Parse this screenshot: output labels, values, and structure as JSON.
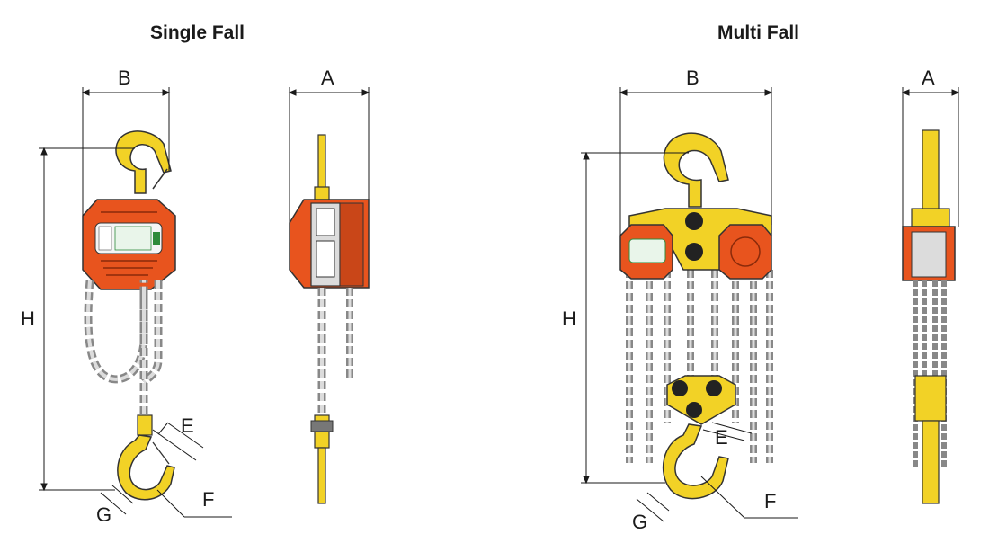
{
  "titles": {
    "single": "Single Fall",
    "multi": "Multi Fall"
  },
  "dimension_labels": {
    "single_B": "B",
    "single_A": "A",
    "single_H": "H",
    "single_E": "E",
    "single_F": "F",
    "single_G": "G",
    "multi_B": "B",
    "multi_A": "A",
    "multi_H": "H",
    "multi_E": "E",
    "multi_F": "F",
    "multi_G": "G"
  },
  "colors": {
    "body_orange": "#e8541e",
    "hook_yellow": "#f2d226",
    "chain_grey": "#c8c8c8",
    "label_green": "#2e8b3a",
    "dimension_line": "#1a1a1a"
  }
}
